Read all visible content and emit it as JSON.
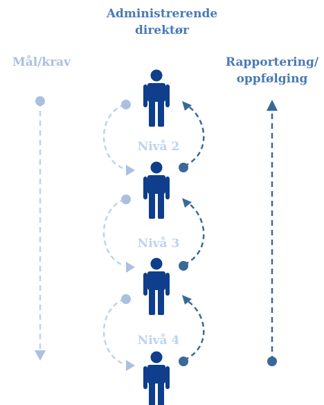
{
  "title": "Administrerende direktør",
  "left_label": "Mål/krav",
  "right_label": "Rapportering/ oppfølging",
  "levels": [
    {
      "label": "Nivå 2"
    },
    {
      "label": "Nivå 3"
    },
    {
      "label": "Nivå 4"
    }
  ],
  "colors": {
    "person": "#0e3e8c",
    "light": "#a9c0e0",
    "dark": "#3a6899",
    "title": "#4a7ab5",
    "level_text": "#bcd3ee"
  }
}
